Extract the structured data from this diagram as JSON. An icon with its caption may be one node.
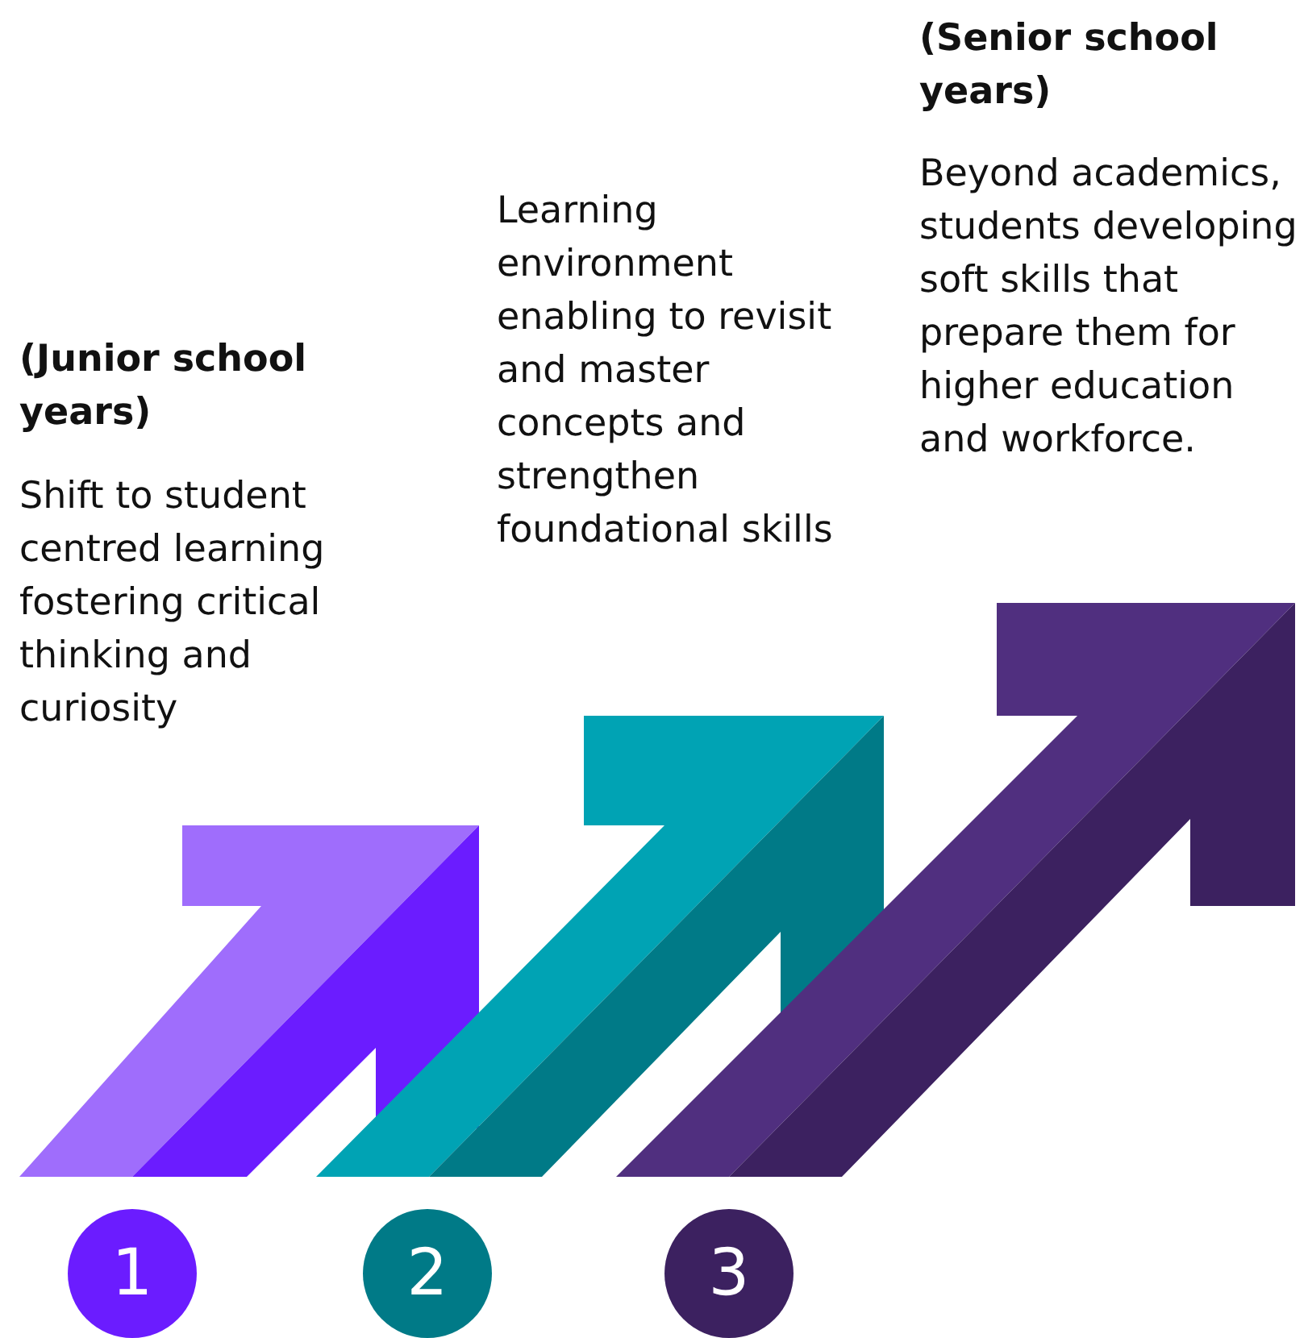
{
  "diagram": {
    "nodes": [
      {
        "text": [
          "1"
        ]
      },
      {
        "text": [
          "2"
        ]
      },
      {
        "text": [
          "3"
        ]
      }
    ],
    "labels": [
      "(Junior school years)",
      "Shift to student centred learning fostering critical thinking and curiosity",
      "Learning environment enabling to revisit and master concepts and strengthen foundational skills",
      "(Senior school years)",
      "Beyond academics, students developing soft skills that prepare them for higher education and workforce."
    ]
  }
}
